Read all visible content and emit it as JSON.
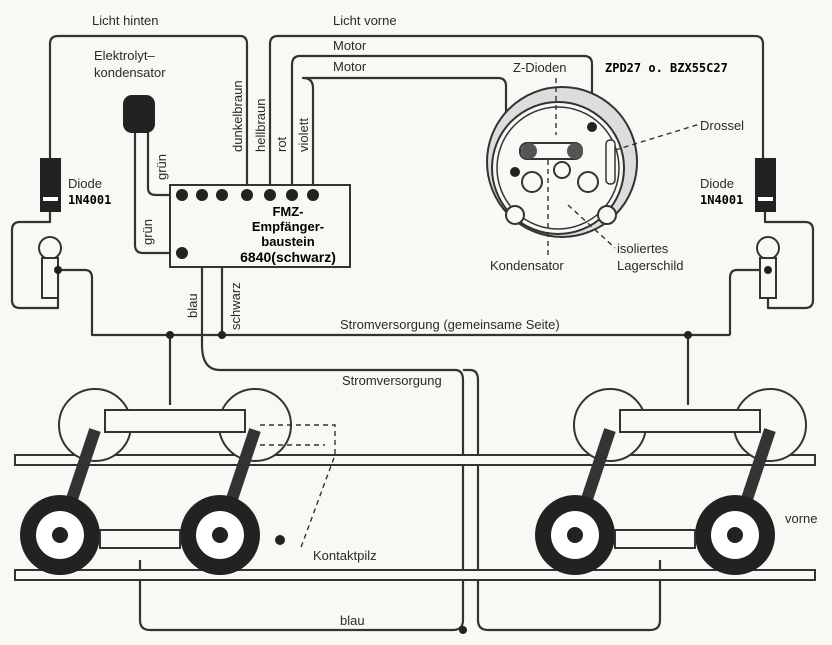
{
  "labels": {
    "licht_hinten": "Licht hinten",
    "licht_vorne": "Licht vorne",
    "motor_1": "Motor",
    "motor_2": "Motor",
    "elko_1": "Elektrolyt–",
    "elko_2": "kondensator",
    "gruen_1": "grün",
    "gruen_2": "grün",
    "dunkelbraun": "dunkelbraun",
    "hellbraun": "hellbraun",
    "rot": "rot",
    "violett": "violett",
    "module_1": "FMZ-",
    "module_2": "Empfänger-",
    "module_3": "baustein",
    "module_4": "6840(schwarz)",
    "diode_left": "Diode",
    "diode_left_type": "1N4001",
    "diode_right": "Diode",
    "diode_right_type": "1N4001",
    "z_dioden": "Z-Dioden",
    "z_dioden_type": "ZPD27 o. BZX55C27",
    "drossel": "Drossel",
    "kondensator": "Kondensator",
    "lagerschild_1": "isoliertes",
    "lagerschild_2": "Lagerschild",
    "blau_1": "blau",
    "schwarz": "schwarz",
    "strom_gemeinsam": "Stromversorgung (gemeinsame Seite)",
    "strom": "Stromversorgung",
    "kontaktpilz": "Kontaktpilz",
    "blau_2": "blau",
    "vorne": "vorne"
  }
}
